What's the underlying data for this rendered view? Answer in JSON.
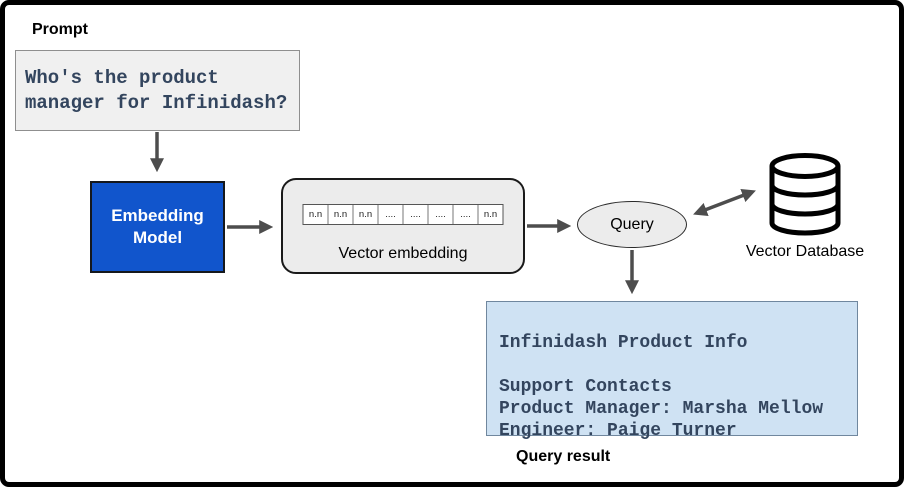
{
  "diagram": {
    "prompt": {
      "label": "Prompt",
      "text": "Who's the product\nmanager for Infinidash?"
    },
    "embedding_model": {
      "label": "Embedding\nModel"
    },
    "vector_embedding": {
      "label": "Vector embedding",
      "cells": [
        "n.n",
        "n.n",
        "n.n",
        "....",
        "....",
        "....",
        "....",
        "n.n"
      ]
    },
    "query": {
      "label": "Query"
    },
    "vector_database": {
      "label": "Vector Database"
    },
    "query_result": {
      "label": "Query result",
      "text": "Infinidash Product Info\n\nSupport Contacts\nProduct Manager: Marsha Mellow\nEngineer: Paige Turner"
    },
    "colors": {
      "embedding_fill": "#1155cc",
      "panel_fill": "#ececec",
      "prompt_fill": "#f0f0f0",
      "result_fill": "#cfe2f3",
      "mono_text": "#33455e",
      "arrow": "#4d4d4d",
      "frame": "#000000"
    }
  }
}
